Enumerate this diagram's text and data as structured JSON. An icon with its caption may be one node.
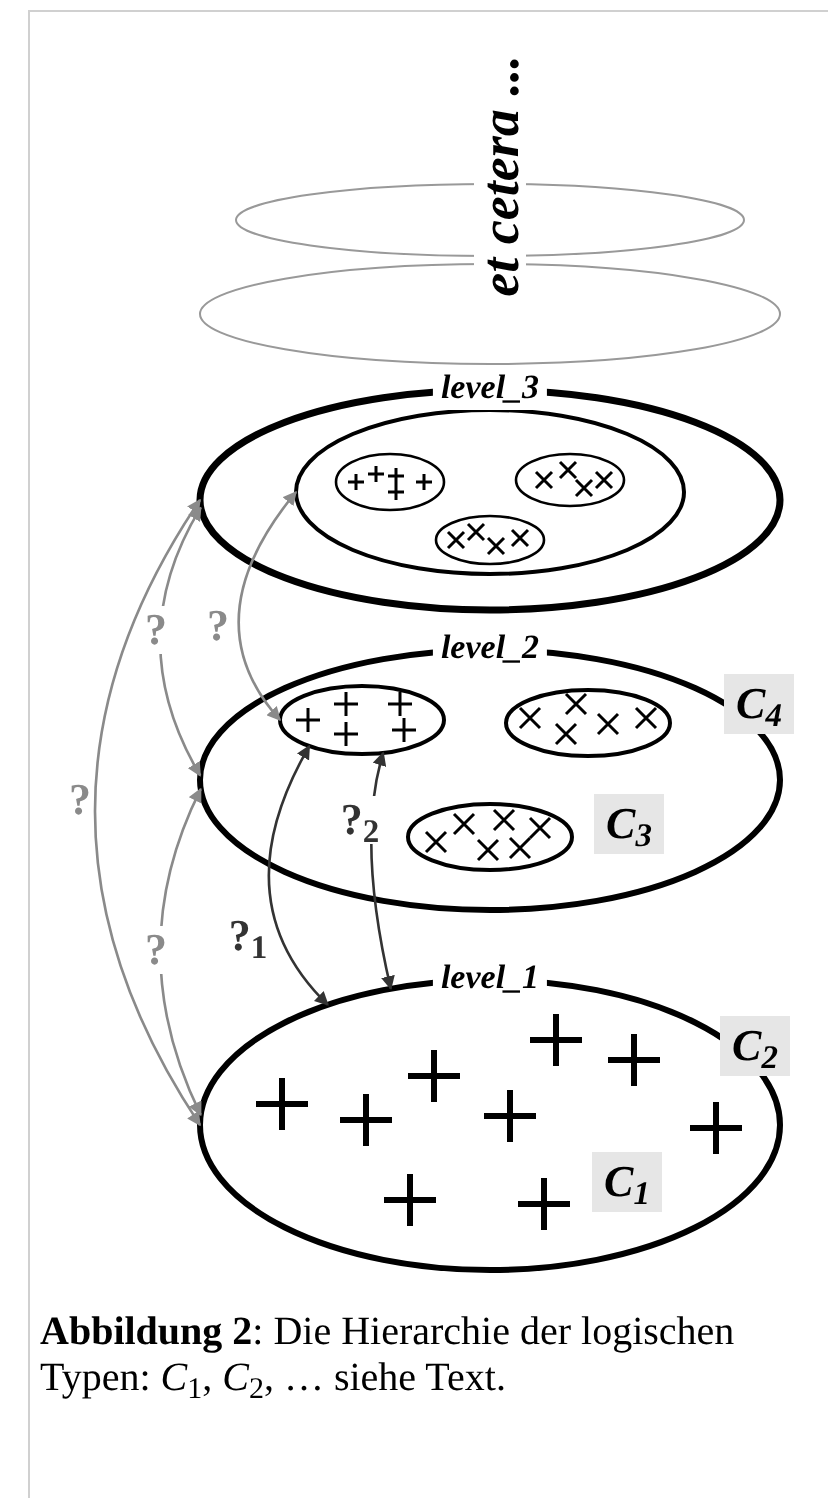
{
  "diagram": {
    "caption": "**Abbildung 2**: Die Hierarchie der logischen Typen: *C*$_{1}$, *C*$_{2}$, … siehe Text.",
    "nodes": [
      {
        "text": [],
        "shape": "ellipse"
      },
      {
        "text": [],
        "shape": "ellipse"
      },
      {
        "text": [
          "level_3"
        ]
      },
      {
        "text": [],
        "shape": "ellipse",
        "in": 2
      },
      {
        "text": [],
        "shape": "ellipse",
        "in": 3
      },
      {
        "text": [],
        "shape": "ellipse",
        "in": 3
      },
      {
        "text": [],
        "shape": "ellipse",
        "in": 3
      },
      {
        "text": [
          "level_2"
        ],
        "beside": [
          "C$_{4}$"
        ]
      },
      {
        "text": [],
        "shape": "ellipse",
        "in": 7
      },
      {
        "text": [],
        "shape": "ellipse",
        "in": 7
      },
      {
        "text": [],
        "shape": "ellipse",
        "in": 7,
        "beside": [
          "C$_{3}$"
        ]
      },
      {
        "text": [
          "level_1",
          "C$_{1}$"
        ],
        "beside": [
          "C$_{2}$"
        ]
      }
    ],
    "edges": [
      {
        "from": 2,
        "to": 11,
        "arrow": "both",
        "label": "?"
      },
      {
        "from": 2,
        "to": 7,
        "arrow": "both",
        "label": "?"
      },
      {
        "from": 3,
        "to": 8,
        "arrow": "both",
        "label": "?"
      },
      {
        "from": 7,
        "to": 11,
        "arrow": "both",
        "label": "?"
      },
      {
        "from": 11,
        "to": 8,
        "arrow": "both",
        "label": "?$_{1}$",
        "color": "#333333"
      },
      {
        "from": 11,
        "to": 8,
        "arrow": "both",
        "label": "?$_{2}$",
        "color": "#333333"
      }
    ],
    "labels": [
      "et cetera ..."
    ]
  }
}
